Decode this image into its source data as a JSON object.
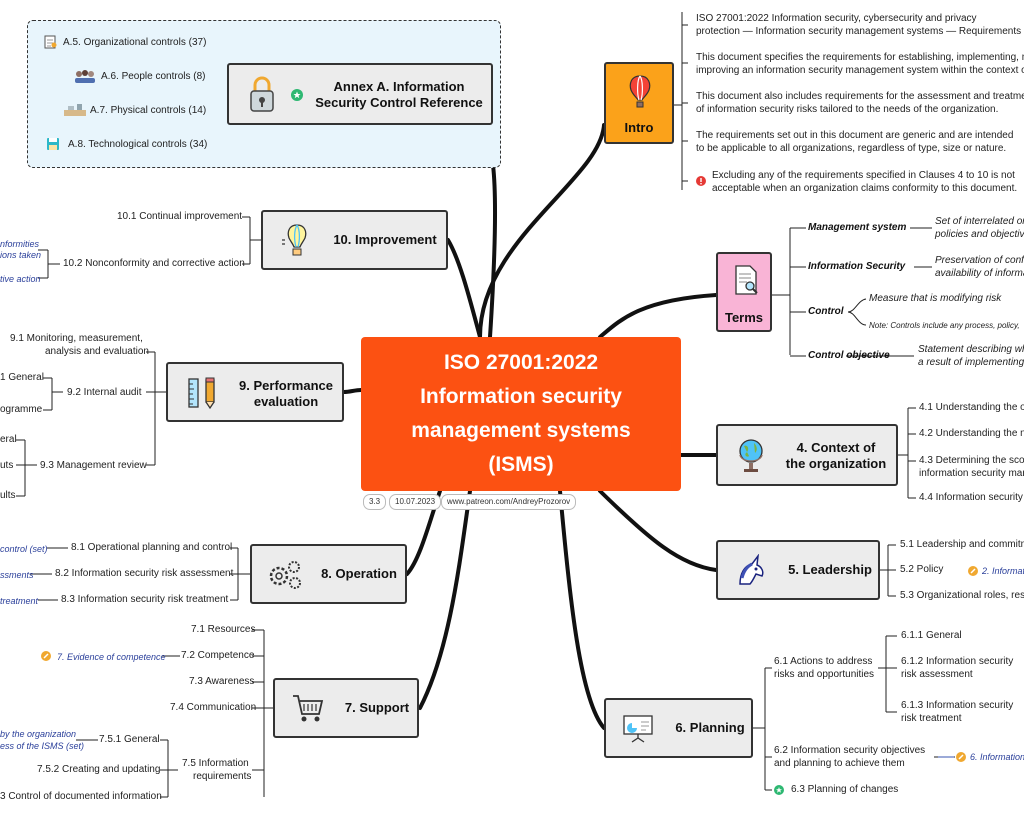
{
  "central": {
    "title_lines": [
      "ISO 27001:2022",
      "Information security",
      "management systems",
      "(ISMS)"
    ],
    "version": "3.3",
    "date": "10.07.2023",
    "url": "www.patreon.com/AndreyProzorov"
  },
  "intro": {
    "label": "Intro",
    "items": [
      "ISO 27001:2022 Information security, cybersecurity and privacy",
      "protection — Information security management systems — Requirements",
      "This document specifies the requirements for establishing, implementing, ma",
      "improving an information security management system within the context of",
      "This document also includes requirements for the assessment and treatment",
      "of information security risks tailored to the needs of the organization.",
      "The requirements set out in this document are generic and are intended",
      "to be applicable to all organizations, regardless of type, size or nature.",
      "Excluding any of the requirements specified in Clauses 4 to 10 is not",
      "acceptable when an organization claims conformity to this document."
    ]
  },
  "terms": {
    "label": "Terms",
    "items": [
      {
        "term": "Management system",
        "def": [
          "Set of interrelated or",
          "policies and objective"
        ]
      },
      {
        "term": "Information Security",
        "def": [
          "Preservation of confi",
          "availability of informa"
        ]
      },
      {
        "term": "Control",
        "def": [
          "Measure that is modifying risk",
          "Note: Controls include any process, policy,"
        ]
      },
      {
        "term": "Control objective",
        "def": [
          "Statement describing wh",
          "a result of implementing"
        ]
      }
    ]
  },
  "context": {
    "label_lines": [
      "4. Context of",
      "the organization"
    ],
    "items": [
      "4.1 Understanding the o",
      "4.2 Understanding the ne",
      "4.3 Determining the scop",
      "information security man",
      "4.4 Information security"
    ]
  },
  "leadership": {
    "label": "5. Leadership",
    "items": [
      "5.1 Leadership and commitm",
      "5.2 Policy",
      "2. Informat",
      "5.3 Organizational roles, resp"
    ]
  },
  "planning": {
    "label": "6. Planning",
    "items": [
      "6.1 Actions to address",
      "risks and opportunities",
      "6.1.1 General",
      "6.1.2 Information security",
      "risk assessment",
      "6.1.3 Information security",
      "risk treatment",
      "6.2 Information security objectives",
      "and planning to achieve them",
      "6. Information",
      "6.3 Planning of changes"
    ]
  },
  "support": {
    "label": "7. Support",
    "items": [
      "7.1 Resources",
      "7.2 Competence",
      "7. Evidence of competence",
      "7.3 Awareness",
      "7.4 Communication",
      "7.5 Information",
      "requirements",
      "by the organization",
      "ess of the ISMS (set)",
      "7.5.1 General",
      "7.5.2 Creating and updating",
      "3 Control of documented information"
    ]
  },
  "operation": {
    "label": "8. Operation",
    "items": [
      "control (set)",
      "8.1 Operational planning and control",
      "ssments",
      "8.2 Information security risk assessment",
      "treatment",
      "8.3 Information security risk treatment"
    ]
  },
  "performance": {
    "label_lines": [
      "9. Performance",
      "evaluation"
    ],
    "items": [
      "9.1 Monitoring, measurement,",
      "analysis and evaluation",
      "1 General",
      "9.2 Internal audit",
      "ogramme",
      "eral",
      "uts",
      "9.3 Management review",
      "ults"
    ]
  },
  "improvement": {
    "label": "10. Improvement",
    "items": [
      "10.1 Continual improvement",
      "10.2 Nonconformity and corrective action",
      "nformities",
      "ions taken",
      "tive action"
    ]
  },
  "annex": {
    "label_lines": [
      "Annex A. Information",
      "Security Control Reference"
    ],
    "items": [
      "A.5. Organizational controls (37)",
      "A.6. People controls (8)",
      "A.7. Physical controls (14)",
      "A.8. Technological controls (34)"
    ]
  },
  "colors": {
    "central": "#fc5112",
    "intro": "#fba21a",
    "terms": "#f9b4d6",
    "node": "#ececec",
    "annex_bg": "#e8f5fc",
    "link_text": "#2a3f9a",
    "warning": "#e53935",
    "star": "#2eb872"
  }
}
